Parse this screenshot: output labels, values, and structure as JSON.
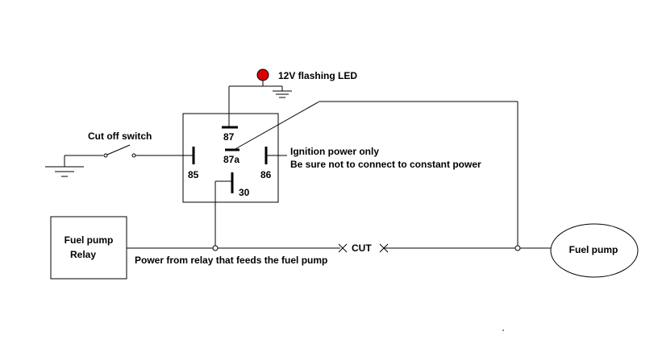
{
  "labels": {
    "led": "12V flashing LED",
    "cut_off_switch": "Cut off switch",
    "ignition_line1": "Ignition power only",
    "ignition_line2": "Be sure not to connect to constant power",
    "relay_box_line1": "Fuel pump",
    "relay_box_line2": "Relay",
    "power_feed": "Power from relay that feeds the fuel pump",
    "cut": "CUT",
    "fuel_pump": "Fuel pump"
  },
  "pins": {
    "p87": "87",
    "p87a": "87a",
    "p85": "85",
    "p86": "86",
    "p30": "30"
  },
  "colors": {
    "led": "#dd0000"
  }
}
